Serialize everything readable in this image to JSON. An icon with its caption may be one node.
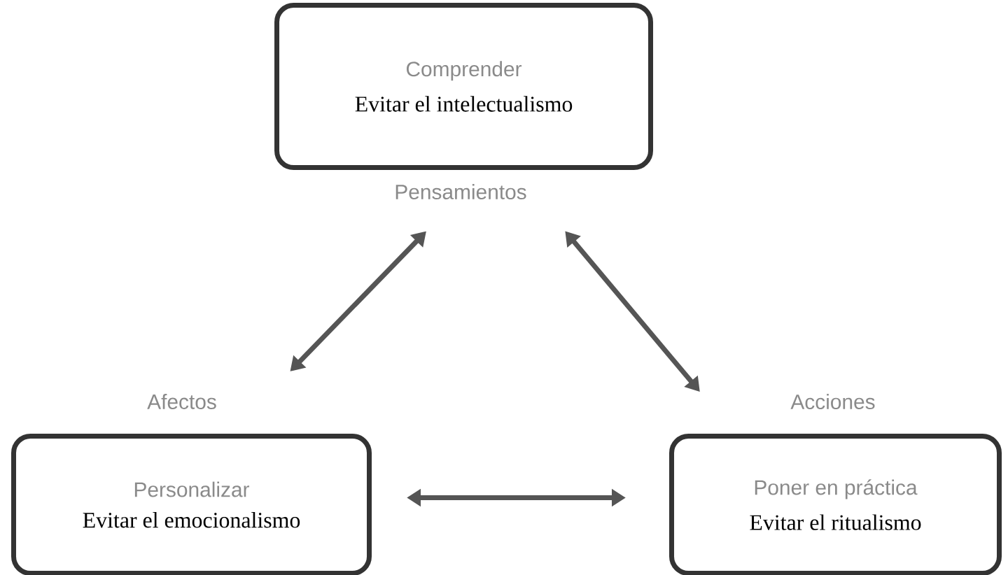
{
  "diagram": {
    "nodes": [
      {
        "text": [
          "Comprender",
          "Evitar el intelectualismo"
        ],
        "beside": [
          "Pensamientos"
        ]
      },
      {
        "text": [
          "Personalizar",
          "Evitar el emocionalismo"
        ],
        "beside": [
          "Afectos"
        ]
      },
      {
        "text": [
          "Poner en práctica",
          "Evitar el ritualismo"
        ],
        "beside": [
          "Acciones"
        ]
      }
    ],
    "edges": [
      {
        "from": 0,
        "to": 1,
        "arrow": "both"
      },
      {
        "from": 0,
        "to": 2,
        "arrow": "both"
      },
      {
        "from": 1,
        "to": 2,
        "arrow": "both"
      }
    ]
  }
}
